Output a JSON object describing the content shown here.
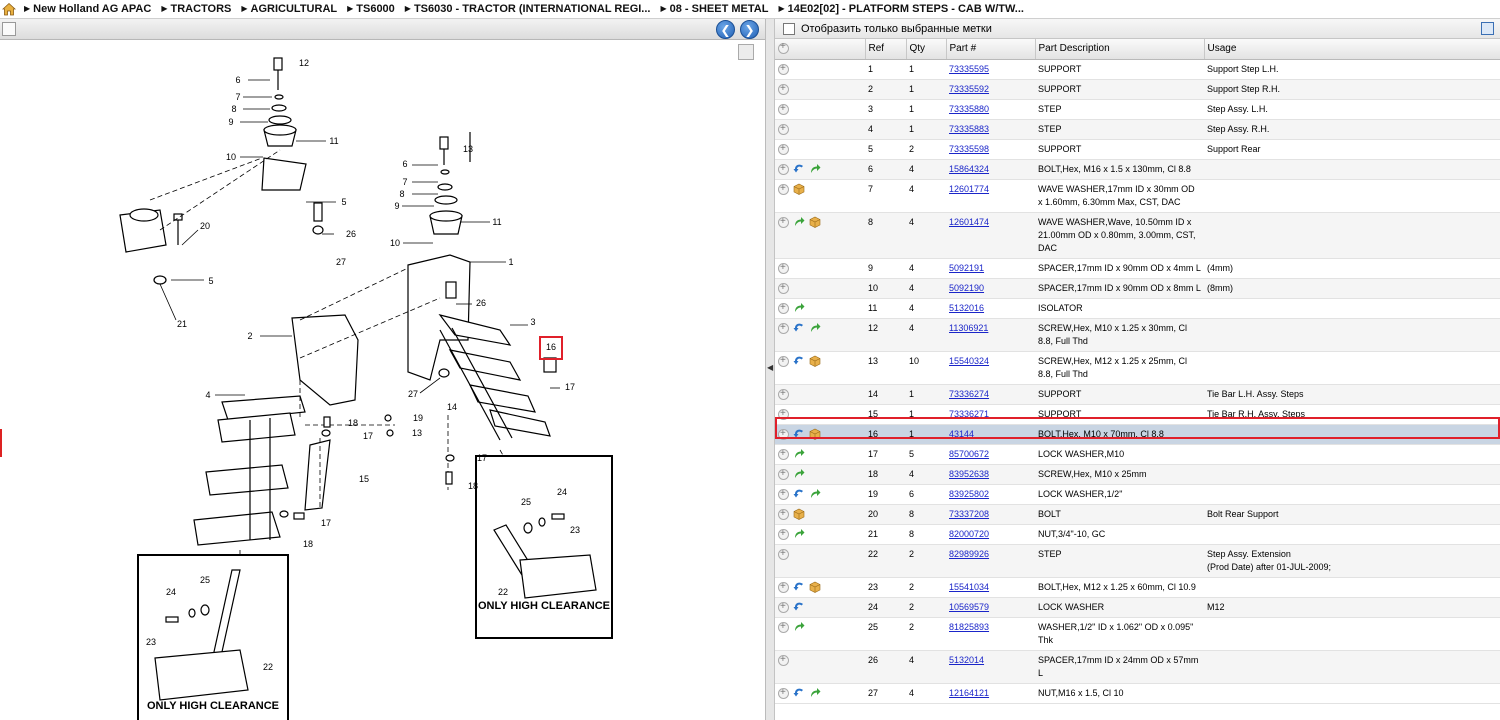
{
  "breadcrumb": [
    "New Holland AG APAC",
    "TRACTORS",
    "AGRICULTURAL",
    "TS6000",
    "TS6030 - TRACTOR (INTERNATIONAL REGI...",
    "08 - SHEET METAL",
    "14E02[02] - PLATFORM STEPS - CAB W/TW..."
  ],
  "filter_label": "Отобразить только выбранные метки",
  "columns": [
    "Ref",
    "Qty",
    "Part #",
    "Part Description",
    "Usage"
  ],
  "diagram_labels": {
    "only_high_clearance": "ONLY HIGH CLEARANCE",
    "callouts": [
      "1",
      "2",
      "3",
      "4",
      "5",
      "6",
      "7",
      "8",
      "9",
      "10",
      "11",
      "12",
      "13",
      "14",
      "15",
      "16",
      "17",
      "18",
      "19",
      "20",
      "21",
      "22",
      "23",
      "24",
      "25",
      "26",
      "27"
    ],
    "highlighted": "16"
  },
  "rows": [
    {
      "ref": "1",
      "qty": "1",
      "part": "73335595",
      "desc": "SUPPORT",
      "usage": "Support Step L.H.",
      "icons": []
    },
    {
      "ref": "2",
      "qty": "1",
      "part": "73335592",
      "desc": "SUPPORT",
      "usage": "Support Step R.H.",
      "icons": []
    },
    {
      "ref": "3",
      "qty": "1",
      "part": "73335880",
      "desc": "STEP",
      "usage": "Step Assy. L.H.",
      "icons": []
    },
    {
      "ref": "4",
      "qty": "1",
      "part": "73335883",
      "desc": "STEP",
      "usage": "Step Assy. R.H.",
      "icons": []
    },
    {
      "ref": "5",
      "qty": "2",
      "part": "73335598",
      "desc": "SUPPORT",
      "usage": "Support Rear",
      "icons": []
    },
    {
      "ref": "6",
      "qty": "4",
      "part": "15864324",
      "desc": "BOLT,Hex, M16 x 1.5 x 130mm, Cl 8.8",
      "usage": "",
      "icons": [
        "blue",
        "green"
      ]
    },
    {
      "ref": "7",
      "qty": "4",
      "part": "12601774",
      "desc": "WAVE WASHER,17mm ID x 30mm OD x 1.60mm, 6.30mm Max, CST, DAC",
      "usage": "",
      "icons": [
        "box"
      ]
    },
    {
      "ref": "8",
      "qty": "4",
      "part": "12601474",
      "desc": "WAVE WASHER,Wave, 10.50mm ID x 21.00mm OD x 0.80mm, 3.00mm, CST, DAC",
      "usage": "",
      "icons": [
        "green",
        "box"
      ]
    },
    {
      "ref": "9",
      "qty": "4",
      "part": "5092191",
      "desc": "SPACER,17mm ID x 90mm OD x 4mm L",
      "usage": "(4mm)",
      "icons": []
    },
    {
      "ref": "10",
      "qty": "4",
      "part": "5092190",
      "desc": "SPACER,17mm ID x 90mm OD x 8mm L",
      "usage": "(8mm)",
      "icons": []
    },
    {
      "ref": "11",
      "qty": "4",
      "part": "5132016",
      "desc": "ISOLATOR",
      "usage": "",
      "icons": [
        "green"
      ]
    },
    {
      "ref": "12",
      "qty": "4",
      "part": "11306921",
      "desc": "SCREW,Hex, M10 x 1.25 x 30mm, Cl 8.8, Full Thd",
      "usage": "",
      "icons": [
        "blue",
        "green"
      ]
    },
    {
      "ref": "13",
      "qty": "10",
      "part": "15540324",
      "desc": "SCREW,Hex, M12 x 1.25 x 25mm, Cl 8.8, Full Thd",
      "usage": "",
      "icons": [
        "blue",
        "box"
      ]
    },
    {
      "ref": "14",
      "qty": "1",
      "part": "73336274",
      "desc": "SUPPORT",
      "usage": "Tie Bar L.H. Assy. Steps",
      "icons": []
    },
    {
      "ref": "15",
      "qty": "1",
      "part": "73336271",
      "desc": "SUPPORT",
      "usage": "Tie Bar R.H. Assy. Steps",
      "icons": []
    },
    {
      "ref": "16",
      "qty": "1",
      "part": "43144",
      "desc": "BOLT,Hex, M10 x 70mm, Cl 8.8",
      "usage": "",
      "icons": [
        "blue",
        "box"
      ],
      "selected": true
    },
    {
      "ref": "17",
      "qty": "5",
      "part": "85700672",
      "desc": "LOCK WASHER,M10",
      "usage": "",
      "icons": [
        "green"
      ]
    },
    {
      "ref": "18",
      "qty": "4",
      "part": "83952638",
      "desc": "SCREW,Hex, M10 x 25mm",
      "usage": "",
      "icons": [
        "green"
      ]
    },
    {
      "ref": "19",
      "qty": "6",
      "part": "83925802",
      "desc": "LOCK WASHER,1/2\"",
      "usage": "",
      "icons": [
        "blue",
        "green"
      ]
    },
    {
      "ref": "20",
      "qty": "8",
      "part": "73337208",
      "desc": "BOLT",
      "usage": "Bolt Rear Support",
      "icons": [
        "box"
      ]
    },
    {
      "ref": "21",
      "qty": "8",
      "part": "82000720",
      "desc": "NUT,3/4\"-10, GC",
      "usage": "",
      "icons": [
        "green"
      ]
    },
    {
      "ref": "22",
      "qty": "2",
      "part": "82989926",
      "desc": "STEP",
      "usage": "Step Assy. Extension",
      "usage2": "(Prod Date) after 01-JUL-2009;",
      "icons": []
    },
    {
      "ref": "23",
      "qty": "2",
      "part": "15541034",
      "desc": "BOLT,Hex, M12 x 1.25 x 60mm, Cl 10.9",
      "usage": "",
      "icons": [
        "blue",
        "box"
      ]
    },
    {
      "ref": "24",
      "qty": "2",
      "part": "10569579",
      "desc": "LOCK WASHER",
      "usage": "M12",
      "icons": [
        "blue"
      ]
    },
    {
      "ref": "25",
      "qty": "2",
      "part": "81825893",
      "desc": "WASHER,1/2\" ID x 1.062\" OD x 0.095\" Thk",
      "usage": "",
      "icons": [
        "green"
      ]
    },
    {
      "ref": "26",
      "qty": "4",
      "part": "5132014",
      "desc": "SPACER,17mm ID x 24mm OD x 57mm L",
      "usage": "",
      "icons": []
    },
    {
      "ref": "27",
      "qty": "4",
      "part": "12164121",
      "desc": "NUT,M16 x 1.5, Cl 10",
      "usage": "",
      "icons": [
        "blue",
        "green"
      ]
    }
  ]
}
